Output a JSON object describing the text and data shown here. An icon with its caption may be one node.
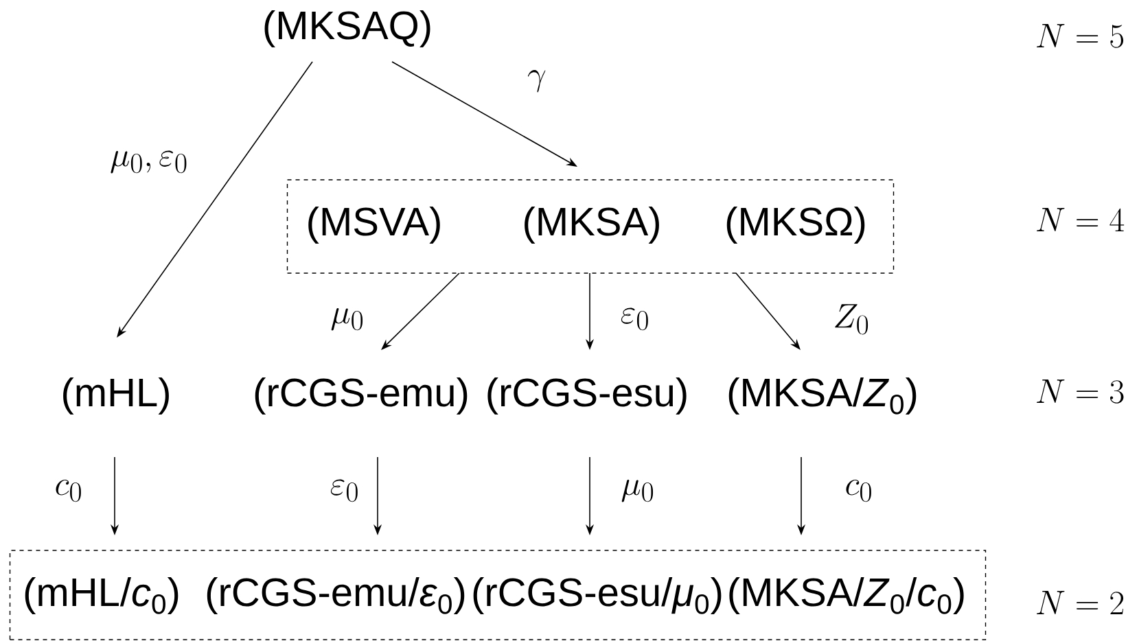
{
  "diagram": {
    "nodes": [
      {
        "text": [
          "(MKSAQ)"
        ]
      },
      {
        "text": [],
        "shape": "box"
      },
      {
        "text": [
          "(MSVA)"
        ],
        "in": 1
      },
      {
        "text": [
          "(MKSA)"
        ],
        "in": 1
      },
      {
        "text": [
          "(MKSΩ)"
        ],
        "in": 1
      },
      {
        "text": [
          "(mHL)"
        ]
      },
      {
        "text": [
          "(rCGS-emu)"
        ]
      },
      {
        "text": [
          "(rCGS-esu)"
        ]
      },
      {
        "text": [
          "(MKSA/*Z*$_{0}$)"
        ]
      },
      {
        "text": [],
        "shape": "box"
      },
      {
        "text": [
          "(mHL/*c*$_{0}$)"
        ],
        "in": 9
      },
      {
        "text": [
          "(rCGS-emu/*ε*$_{0}$)"
        ],
        "in": 9
      },
      {
        "text": [
          "(rCGS-esu/*μ*$_{0}$)"
        ],
        "in": 9
      },
      {
        "text": [
          "(MKSA/*Z*$_{0}$/*c*$_{0}$)"
        ],
        "in": 9
      }
    ],
    "edges": [
      {
        "from": 0,
        "to": 5,
        "arrow": "to",
        "label": "\\mu_0, \\varepsilon_0"
      },
      {
        "from": 0,
        "to": 1,
        "arrow": "to",
        "label": "\\gamma"
      },
      {
        "from": 1,
        "to": 6,
        "arrow": "to",
        "label": "\\mu_0"
      },
      {
        "from": 1,
        "to": 7,
        "arrow": "to",
        "label": "\\varepsilon_0"
      },
      {
        "from": 1,
        "to": 8,
        "arrow": "to",
        "label": "Z_0"
      },
      {
        "from": 5,
        "to": 10,
        "arrow": "to",
        "label": "c_0"
      },
      {
        "from": 6,
        "to": 11,
        "arrow": "to",
        "label": "\\varepsilon_0"
      },
      {
        "from": 7,
        "to": 12,
        "arrow": "to",
        "label": "\\mu_0"
      },
      {
        "from": 8,
        "to": 13,
        "arrow": "to",
        "label": "c_0"
      }
    ],
    "labels": [
      "N = 5",
      "N = 4",
      "N = 3",
      "N = 2"
    ]
  }
}
